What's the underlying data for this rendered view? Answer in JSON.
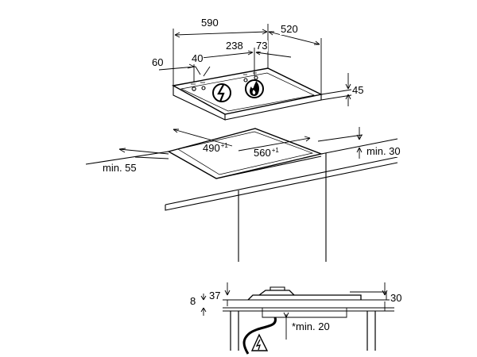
{
  "top_view": {
    "width_590": "590",
    "depth_520": "520",
    "offset_238": "238",
    "offset_73": "73",
    "offset_60": "60",
    "offset_40": "40",
    "height_45": "45"
  },
  "cutout": {
    "width_490": "490",
    "width_490_tol": "+1",
    "depth_560": "560",
    "depth_560_tol": "+1",
    "min_30": "min. 30",
    "min_55": "min. 55"
  },
  "section": {
    "dim_37": "37",
    "dim_8": "8",
    "dim_30": "30",
    "min_20": "*min. 20"
  },
  "icons": [
    "lightning-icon",
    "flame-icon",
    "electric-warning-icon"
  ]
}
